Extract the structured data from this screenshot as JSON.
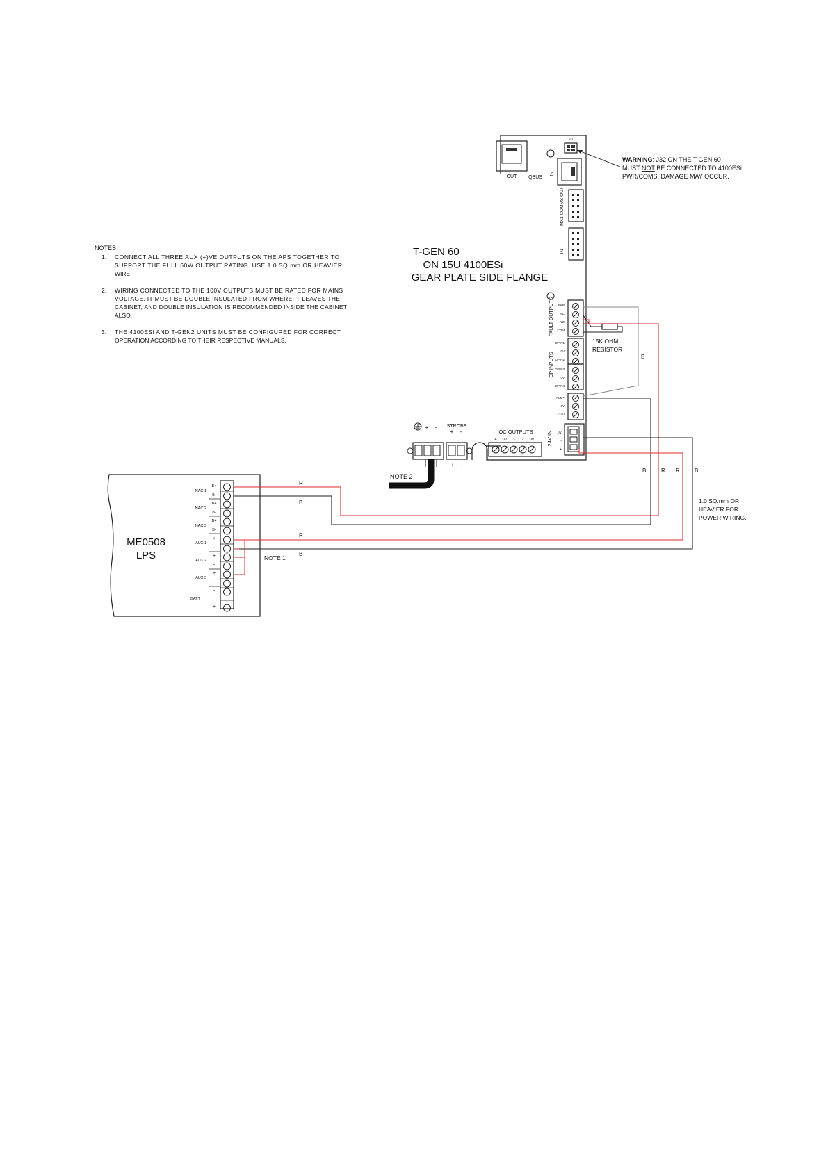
{
  "notes": {
    "heading": "NOTES",
    "items": [
      {
        "num": "1.",
        "lines": [
          "CONNECT ALL THREE AUX (+)VE OUTPUTS ON THE APS TOGETHER TO",
          "SUPPORT THE FULL 60W OUTPUT RATING. USE 1.0 SQ.mm OR HEAVIER",
          "WIRE."
        ]
      },
      {
        "num": "2.",
        "lines": [
          "WIRING CONNECTED TO THE 100V OUTPUTS MUST BE RATED FOR MAINS",
          "VOLTAGE. IT MUST BE DOUBLE INSULATED FROM WHERE IT LEAVES THE",
          "CABINET, AND DOUBLE INSULATION IS RECOMMENDED INSIDE THE CABINET",
          "ALSO."
        ]
      },
      {
        "num": "3.",
        "lines": [
          "THE 4100ESi AND T-GEN2 UNITS MUST BE CONFIGURED FOR CORRECT",
          "OPERATION ACCORDING TO THEIR RESPECTIVE MANUALS."
        ]
      }
    ]
  },
  "tgen": {
    "title_lines": [
      "T-GEN 60",
      "ON 15U 4100ESi",
      "GEAR PLATE SIDE FLANGE"
    ],
    "out": "OUT",
    "qbus": "QBUS",
    "in": "IN",
    "mx1_comms_out": "MX1 COMMS OUT",
    "mx1_in": "IN",
    "fault_outputs": "FAULT OUTPUTS",
    "fault_pins": [
      "BKP",
      "NC",
      "NO",
      "COM"
    ],
    "cp_inputs": "CP INPUTS",
    "cp_pins": [
      "OPIN1",
      "0V",
      "OPIN2",
      "OPIN3",
      "0V",
      "OPIN4"
    ],
    "aux_pins": [
      "ALM+",
      "0V",
      "+24V"
    ],
    "pwr_label": "24V IN",
    "pwr_pins": [
      "0V",
      "-",
      "+"
    ],
    "oc_outputs": "OC OUTPUTS",
    "oc_pins": [
      "4",
      "0V",
      "3",
      "2",
      "0V"
    ],
    "strobe": "STROBE",
    "strobe_pins": [
      "+",
      "-"
    ],
    "spk_pins": [
      "+",
      "-"
    ],
    "jumper": "J32"
  },
  "warning": {
    "bold": "WARNING",
    "line1": ": J32 ON THE T-GEN 60",
    "line2_pre": "MUST ",
    "line2_not": "NOT",
    "line2_post": " BE CONNECTED TO 4100ESi",
    "line3": "PWR/COMS. DAMAGE MAY OCCUR."
  },
  "resistor": {
    "line1": "15K OHM",
    "line2": "RESISTOR"
  },
  "wire_labels": {
    "r": "R",
    "b": "B"
  },
  "note2": "NOTE 2",
  "note1": "NOTE 1",
  "power_wiring": [
    "1.0 SQ.mm OR",
    "HEAVIER FOR",
    "POWER WIRING."
  ],
  "lps": {
    "name_lines": [
      "ME0508",
      "LPS"
    ],
    "groups": [
      "NAC 1",
      "NAC 2",
      "NAC 3",
      "AUX 1",
      "AUX 2",
      "AUX 3",
      "BATT"
    ],
    "nac_pins": [
      "B+",
      "B-"
    ],
    "aux_pins": [
      "+",
      "-"
    ],
    "batt_pins": [
      "-",
      "+"
    ]
  },
  "colors": {
    "red_wire": "#e0282c",
    "black_wire": "#222222"
  }
}
